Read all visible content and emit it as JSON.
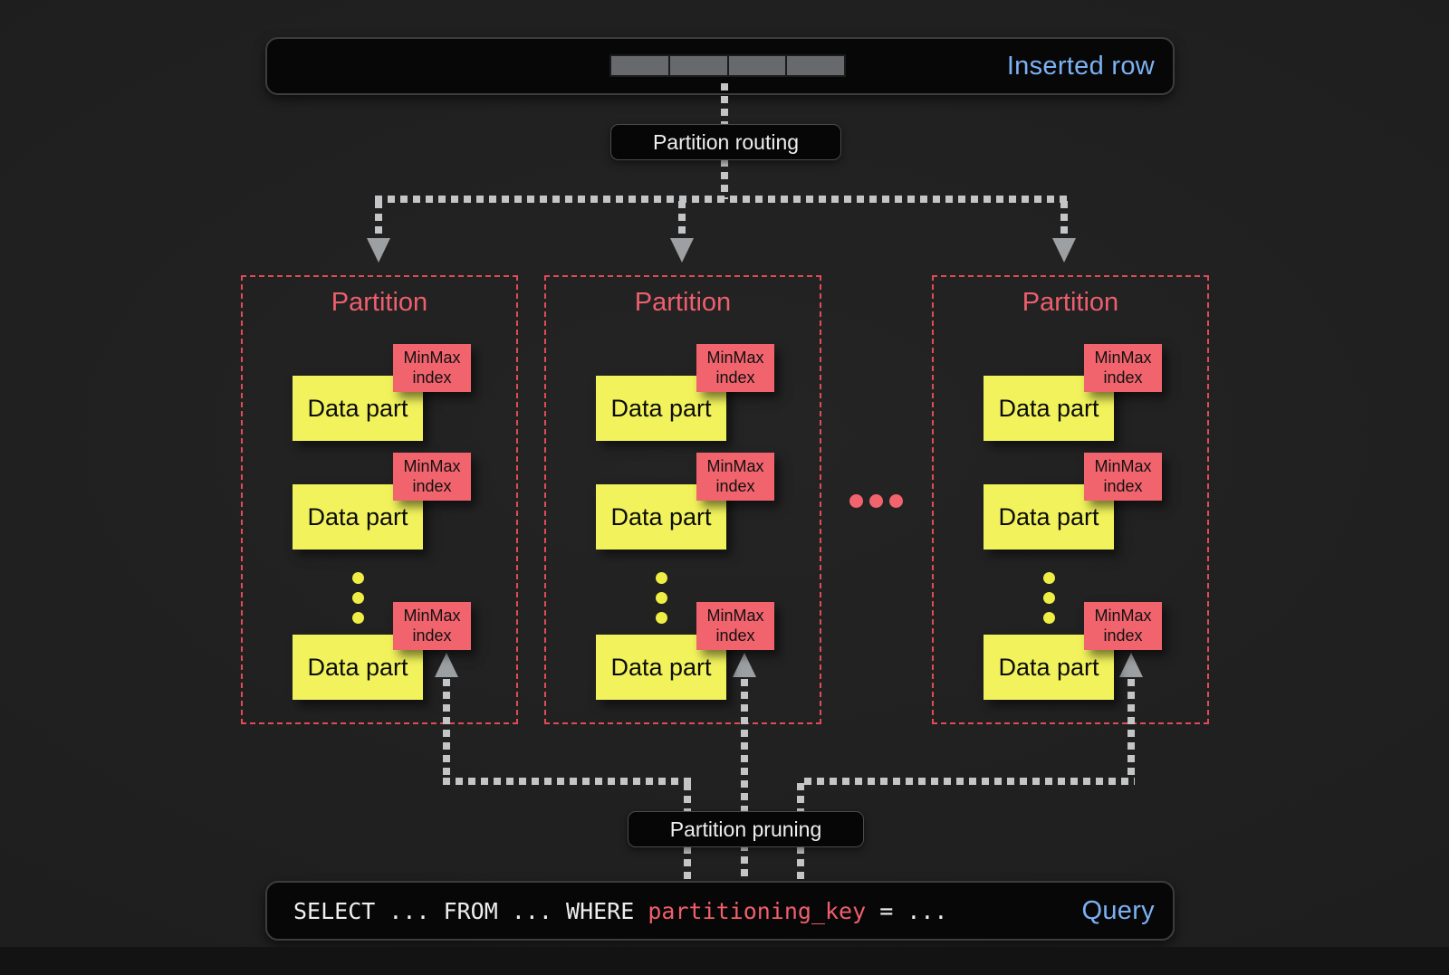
{
  "inserted_row": {
    "label": "Inserted row",
    "cell_count": 4
  },
  "routing": {
    "label": "Partition routing"
  },
  "pruning": {
    "label": "Partition pruning"
  },
  "partitions": [
    {
      "title": "Partition",
      "parts": [
        {
          "label": "Data part",
          "tag": "MinMax index"
        },
        {
          "label": "Data part",
          "tag": "MinMax index"
        },
        {
          "label": "Data part",
          "tag": "MinMax index"
        }
      ]
    },
    {
      "title": "Partition",
      "parts": [
        {
          "label": "Data part",
          "tag": "MinMax index"
        },
        {
          "label": "Data part",
          "tag": "MinMax index"
        },
        {
          "label": "Data part",
          "tag": "MinMax index"
        }
      ]
    },
    {
      "title": "Partition",
      "parts": [
        {
          "label": "Data part",
          "tag": "MinMax index"
        },
        {
          "label": "Data part",
          "tag": "MinMax index"
        },
        {
          "label": "Data part",
          "tag": "MinMax index"
        }
      ]
    }
  ],
  "query": {
    "sql_prefix": "SELECT ... FROM ... WHERE ",
    "sql_key": "partitioning_key",
    "sql_suffix": " = ...",
    "label": "Query"
  },
  "colors": {
    "accent_blue": "#7cb1f3",
    "sql_key_red": "#ef5f6b",
    "partition_border_red": "#e14b57",
    "data_part_yellow": "#f2f35c",
    "minmax_red": "#f2646d",
    "connector_gray": "#c4c5c6"
  }
}
